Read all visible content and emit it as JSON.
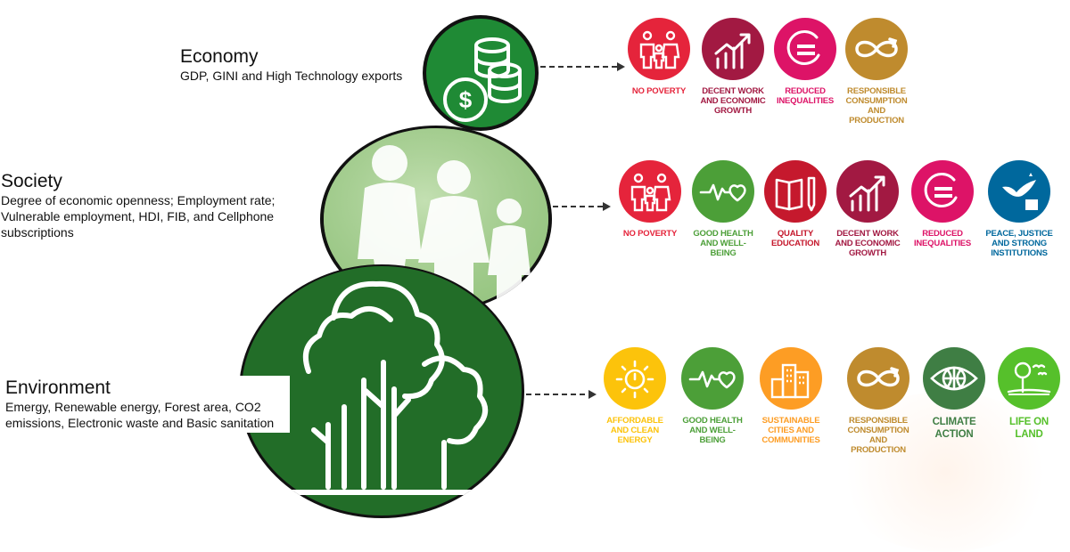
{
  "colors": {
    "economy_circle": "#1f8a35",
    "society_circle": "#a6cf90",
    "environment_circle": "#226d28",
    "sdg1": "#e5243b",
    "sdg3": "#4c9f38",
    "sdg4": "#c5192d",
    "sdg7": "#fcc30b",
    "sdg8": "#a21942",
    "sdg10": "#dd1367",
    "sdg11": "#fd9d24",
    "sdg12": "#bf8b2e",
    "sdg13": "#3f7e44",
    "sdg15": "#56c02b",
    "sdg16": "#00689d"
  },
  "economy": {
    "title": "Economy",
    "description": "GDP, GINI and High Technology exports",
    "icon": "coins-dollar-icon",
    "goals": [
      {
        "label": "NO POVERTY",
        "icon": "family-icon",
        "color_key": "sdg1"
      },
      {
        "label": "DECENT WORK AND ECONOMIC GROWTH",
        "icon": "growth-chart-icon",
        "color_key": "sdg8"
      },
      {
        "label": "REDUCED INEQUALITIES",
        "icon": "equality-icon",
        "color_key": "sdg10"
      },
      {
        "label": "RESPONSIBLE CONSUMPTION AND PRODUCTION",
        "icon": "infinity-loop-icon",
        "color_key": "sdg12"
      }
    ]
  },
  "society": {
    "title": "Society",
    "description": "Degree of economic openness; Employment rate; Vulnerable employment, HDI, FIB, and Cellphone subscriptions",
    "icon": "family-people-icon",
    "goals": [
      {
        "label": "NO POVERTY",
        "icon": "family-icon",
        "color_key": "sdg1"
      },
      {
        "label": "GOOD HEALTH AND WELL-BEING",
        "icon": "heartbeat-icon",
        "color_key": "sdg3"
      },
      {
        "label": "QUALITY EDUCATION",
        "icon": "book-pencil-icon",
        "color_key": "sdg4"
      },
      {
        "label": "DECENT WORK AND ECONOMIC GROWTH",
        "icon": "growth-chart-icon",
        "color_key": "sdg8"
      },
      {
        "label": "REDUCED INEQUALITIES",
        "icon": "equality-icon",
        "color_key": "sdg10"
      },
      {
        "label": "PEACE, JUSTICE AND STRONG INSTITUTIONS",
        "icon": "dove-gavel-icon",
        "color_key": "sdg16"
      }
    ]
  },
  "environment": {
    "title": "Environment",
    "description": "Emergy, Renewable energy, Forest area, CO2 emissions, Electronic waste and Basic sanitation",
    "icon": "trees-icon",
    "goals": [
      {
        "label": "AFFORDABLE AND CLEAN ENERGY",
        "icon": "sun-power-icon",
        "color_key": "sdg7"
      },
      {
        "label": "GOOD HEALTH AND WELL-BEING",
        "icon": "heartbeat-icon",
        "color_key": "sdg3"
      },
      {
        "label": "SUSTAINABLE CITIES AND COMMUNITIES",
        "icon": "city-buildings-icon",
        "color_key": "sdg11"
      },
      {
        "label": "RESPONSIBLE CONSUMPTION AND PRODUCTION",
        "icon": "infinity-loop-icon",
        "color_key": "sdg12"
      },
      {
        "label": "CLIMATE ACTION",
        "icon": "globe-eye-icon",
        "color_key": "sdg13"
      },
      {
        "label": "LIFE ON LAND",
        "icon": "tree-birds-icon",
        "color_key": "sdg15"
      }
    ]
  }
}
